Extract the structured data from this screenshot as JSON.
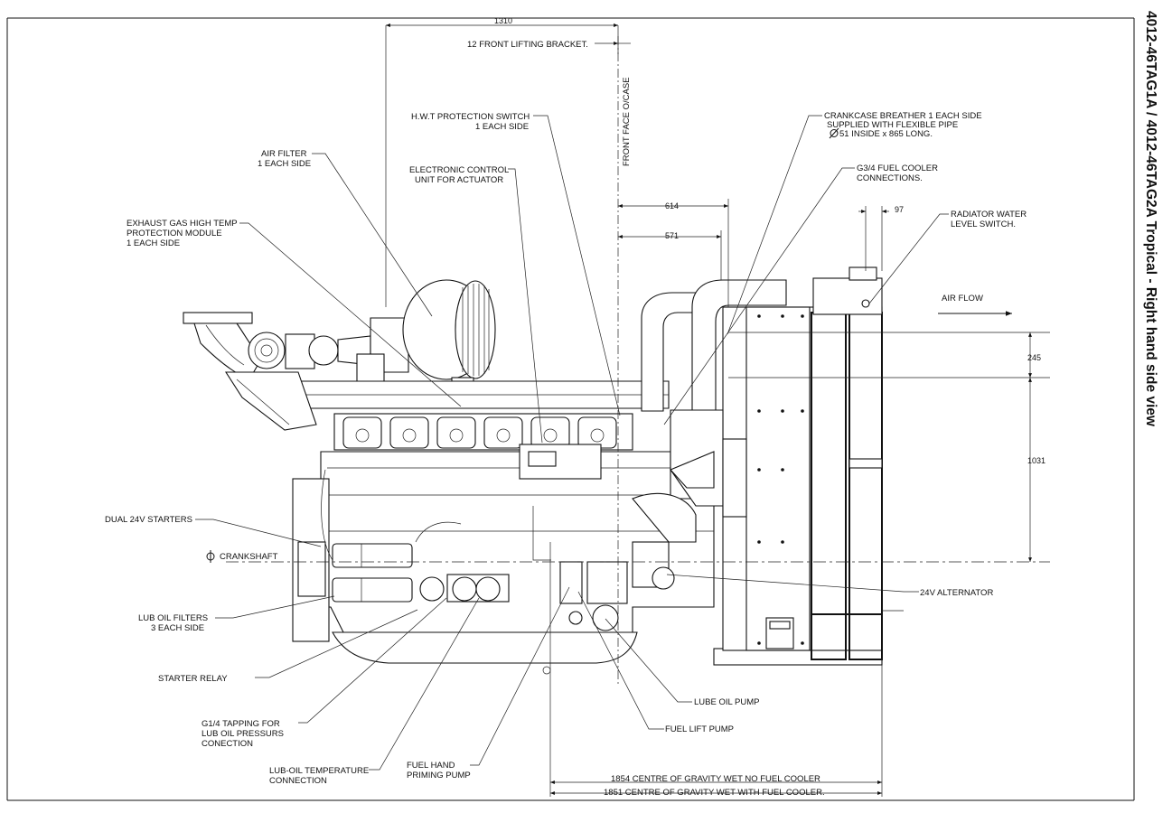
{
  "title": "4012-46TAG1A / 4012-46TAG2A Tropical - Right hand side view",
  "labels": {
    "front_lifting_bracket": "12 FRONT LIFTING BRACKET.",
    "hwt_line1": "H.W.T PROTECTION SWITCH",
    "hwt_line2": "1 EACH SIDE",
    "front_face": "FRONT FACE O/CASE",
    "air_filter_line1": "AIR FILTER",
    "air_filter_line2": "1 EACH SIDE",
    "ecu_line1": "ELECTRONIC CONTROL",
    "ecu_line2": "UNIT FOR ACTUATOR",
    "exhaust_line1": "EXHAUST GAS HIGH TEMP",
    "exhaust_line2": "PROTECTION MODULE",
    "exhaust_line3": "1 EACH SIDE",
    "breather_line1": "CRANKCASE BREATHER 1 EACH SIDE",
    "breather_line2": "SUPPLIED WITH FLEXIBLE PIPE",
    "breather_line3": "51 INSIDE x 865 LONG.",
    "fuel_cooler_line1": "G3/4 FUEL COOLER",
    "fuel_cooler_line2": "CONNECTIONS.",
    "radiator_line1": "RADIATOR WATER",
    "radiator_line2": "LEVEL SWITCH.",
    "air_flow": "AIR FLOW",
    "starters": "DUAL 24V STARTERS",
    "crankshaft": "CRANKSHAFT",
    "lub_filters_line1": "LUB OIL FILTERS",
    "lub_filters_line2": "3 EACH SIDE",
    "alternator": "24V ALTERNATOR",
    "starter_relay": "STARTER RELAY",
    "lube_oil_pump": "LUBE OIL PUMP",
    "fuel_lift_pump": "FUEL LIFT PUMP",
    "tapping_line1": "G1/4 TAPPING FOR",
    "tapping_line2": "LUB OIL PRESSURS",
    "tapping_line3": "CONECTION",
    "lub_temp_line1": "LUB-OIL TEMPERATURE",
    "lub_temp_line2": "CONNECTION",
    "priming_line1": "FUEL HAND",
    "priming_line2": "PRIMING PUMP",
    "cog_no_cooler": "1854 CENTRE OF GRAVITY WET NO FUEL COOLER",
    "cog_with_cooler": "1851 CENTRE OF GRAVITY WET WITH FUEL COOLER."
  },
  "dimensions": {
    "overall_front": "1310",
    "d614": "614",
    "d571": "571",
    "d97": "97",
    "d245": "245",
    "d1031": "1031"
  }
}
